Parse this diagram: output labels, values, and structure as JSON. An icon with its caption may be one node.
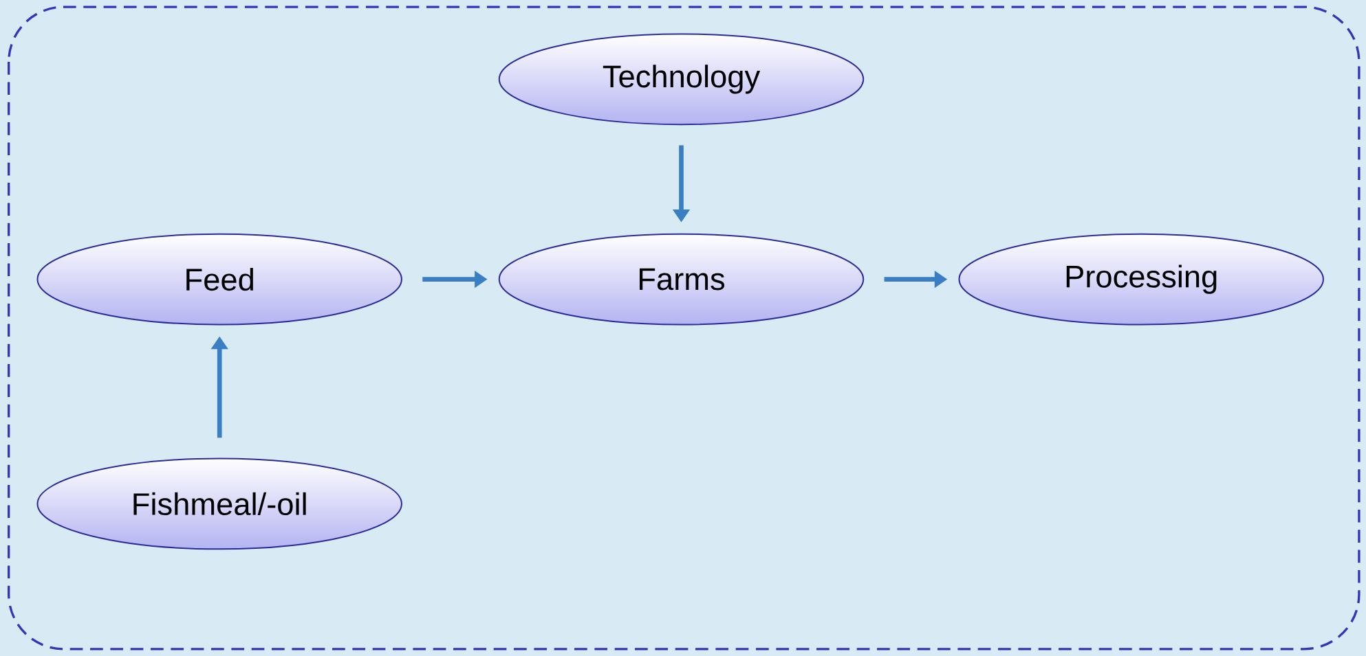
{
  "diagram": {
    "nodes": [
      {
        "text": [
          "Technology"
        ]
      },
      {
        "text": [
          "Feed"
        ]
      },
      {
        "text": [
          "Farms"
        ]
      },
      {
        "text": [
          "Processing"
        ]
      },
      {
        "text": [
          "Fishmeal/-oil"
        ]
      }
    ],
    "edges": [
      {
        "from": 0,
        "to": 2,
        "arrow": "to"
      },
      {
        "from": 1,
        "to": 2,
        "arrow": "to"
      },
      {
        "from": 2,
        "to": 3,
        "arrow": "to"
      },
      {
        "from": 4,
        "to": 1,
        "arrow": "to"
      }
    ]
  }
}
